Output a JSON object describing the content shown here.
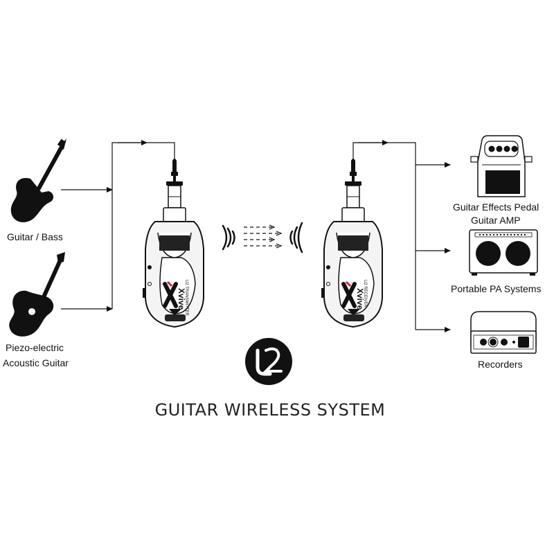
{
  "title": "GUITAR WIRELESS SYSTEM",
  "logo_text": "U2",
  "brand_text": "Xvive",
  "transmitter_text": "U2 TRANSMITTER",
  "receiver_text": "U2 RECEIVER",
  "inputs": [
    {
      "label": "Guitar / Bass",
      "icon": "electric-guitar-icon"
    },
    {
      "label_line1": "Piezo-electric",
      "label_line2": "Acoustic Guitar",
      "icon": "acoustic-guitar-icon"
    }
  ],
  "outputs": [
    {
      "label": "Guitar Effects Pedal",
      "icon": "effects-pedal-icon"
    },
    {
      "label": "Guitar AMP",
      "icon": "guitar-amp-icon"
    },
    {
      "label": "Portable PA Systems",
      "icon": "pa-system-icon"
    },
    {
      "label": "Recorders",
      "icon": "recorder-icon"
    }
  ],
  "colors": {
    "ink": "#111111",
    "device_body": "#f4f4f4",
    "accent": "#d8232a"
  }
}
